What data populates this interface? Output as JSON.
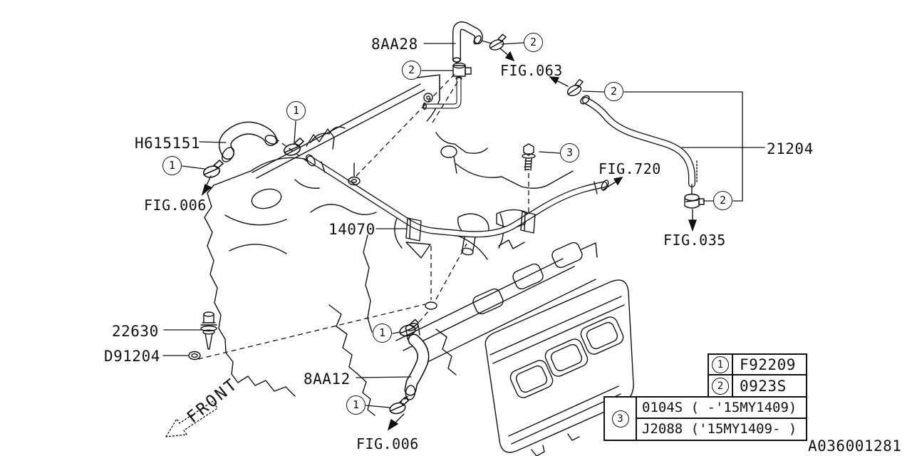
{
  "diagram": {
    "id": "A036001281",
    "front_label": "FRONT"
  },
  "parts": {
    "hose_upper": "8AA28",
    "hose_left": "H615151",
    "hose_right": "21204",
    "water_pipe": "14070",
    "sensor": "22630",
    "gasket": "D91204",
    "hose_lower": "8AA12"
  },
  "figures": {
    "fig_063": "FIG.063",
    "fig_006_top": "FIG.006",
    "fig_720": "FIG.720",
    "fig_035": "FIG.035",
    "fig_006_bottom": "FIG.006"
  },
  "callouts": {
    "clamp_small": "1",
    "clamp_mid": "2",
    "bolt": "3"
  },
  "legend": {
    "rows": [
      {
        "num": "1",
        "code": "F92209"
      },
      {
        "num": "2",
        "code": "0923S"
      }
    ],
    "group": {
      "num": "3",
      "line1": "0104S ( -'15MY1409)",
      "line2": "J2088 ('15MY1409- )"
    }
  }
}
